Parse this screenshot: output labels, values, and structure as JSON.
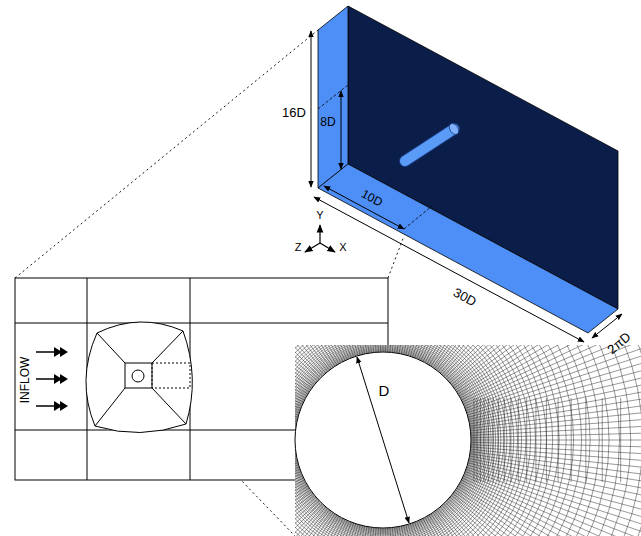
{
  "diagram": {
    "labels": [
      "16D",
      "8D",
      "10D",
      "30D",
      "2πD",
      "Y",
      "Z",
      "X",
      "INFLOW",
      "D"
    ]
  }
}
